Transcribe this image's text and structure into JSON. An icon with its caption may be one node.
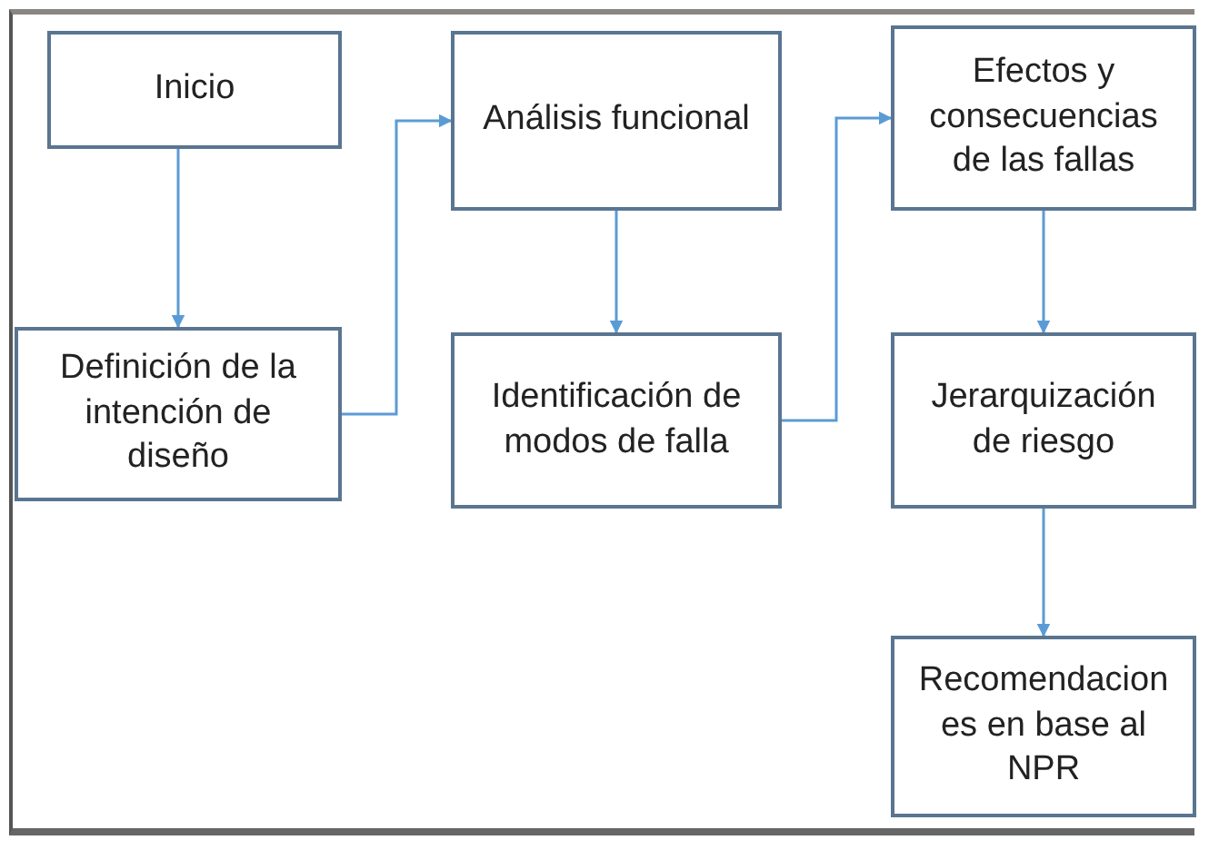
{
  "diagram": {
    "nodes": [
      {
        "text": [
          "Inicio"
        ]
      },
      {
        "text": [
          "Definición de la intención de diseño"
        ]
      },
      {
        "text": [
          "Análisis funcional"
        ]
      },
      {
        "text": [
          "Identificación de modos de falla"
        ]
      },
      {
        "text": [
          "Efectos y consecuencias de las fallas"
        ]
      },
      {
        "text": [
          "Jerarquización de riesgo"
        ]
      },
      {
        "text": [
          "Recomendacion es en base al NPR"
        ]
      }
    ],
    "edges": [
      {
        "from": 0,
        "to": 1,
        "arrow": "to"
      },
      {
        "from": 1,
        "to": 2,
        "arrow": "to"
      },
      {
        "from": 2,
        "to": 3,
        "arrow": "to"
      },
      {
        "from": 3,
        "to": 4,
        "arrow": "to"
      },
      {
        "from": 4,
        "to": 5,
        "arrow": "to"
      },
      {
        "from": 5,
        "to": 6,
        "arrow": "to"
      }
    ]
  }
}
